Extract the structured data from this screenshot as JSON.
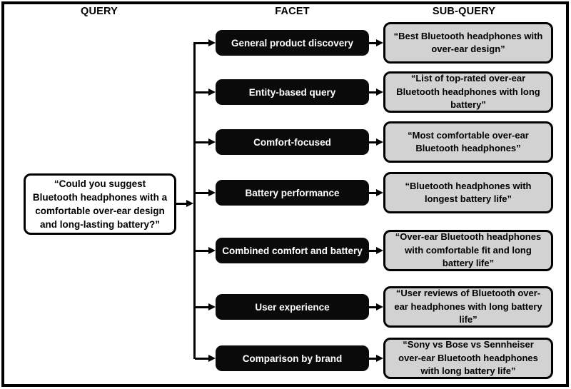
{
  "headers": {
    "query": "QUERY",
    "facet": "FACET",
    "subquery": "SUB-QUERY"
  },
  "query": {
    "text": "“Could you suggest Bluetooth headphones with a comfortable over-ear design and long-lasting battery?”"
  },
  "rows": [
    {
      "facet": "General product discovery",
      "subquery": "“Best Bluetooth headphones with over-ear design”"
    },
    {
      "facet": "Entity-based query",
      "subquery": "“List of top-rated over-ear Bluetooth headphones with long battery”"
    },
    {
      "facet": "Comfort-focused",
      "subquery": "“Most comfortable over-ear Bluetooth headphones”"
    },
    {
      "facet": "Battery performance",
      "subquery": "“Bluetooth headphones with longest battery life”"
    },
    {
      "facet": "Combined comfort and battery",
      "subquery": "“Over-ear Bluetooth headphones with comfortable fit and long battery life”"
    },
    {
      "facet": "User experience",
      "subquery": "“User reviews of Bluetooth over-ear headphones with long battery life”"
    },
    {
      "facet": "Comparison by brand",
      "subquery": "“Sony vs Bose vs Sennheiser over-ear Bluetooth headphones with long battery life”"
    }
  ],
  "colors": {
    "background": "#ffffff",
    "frame_border": "#000000",
    "facet_bg": "#0a0a0a",
    "facet_text": "#ffffff",
    "subquery_bg": "#d2d2d2",
    "connector": "#000000"
  }
}
